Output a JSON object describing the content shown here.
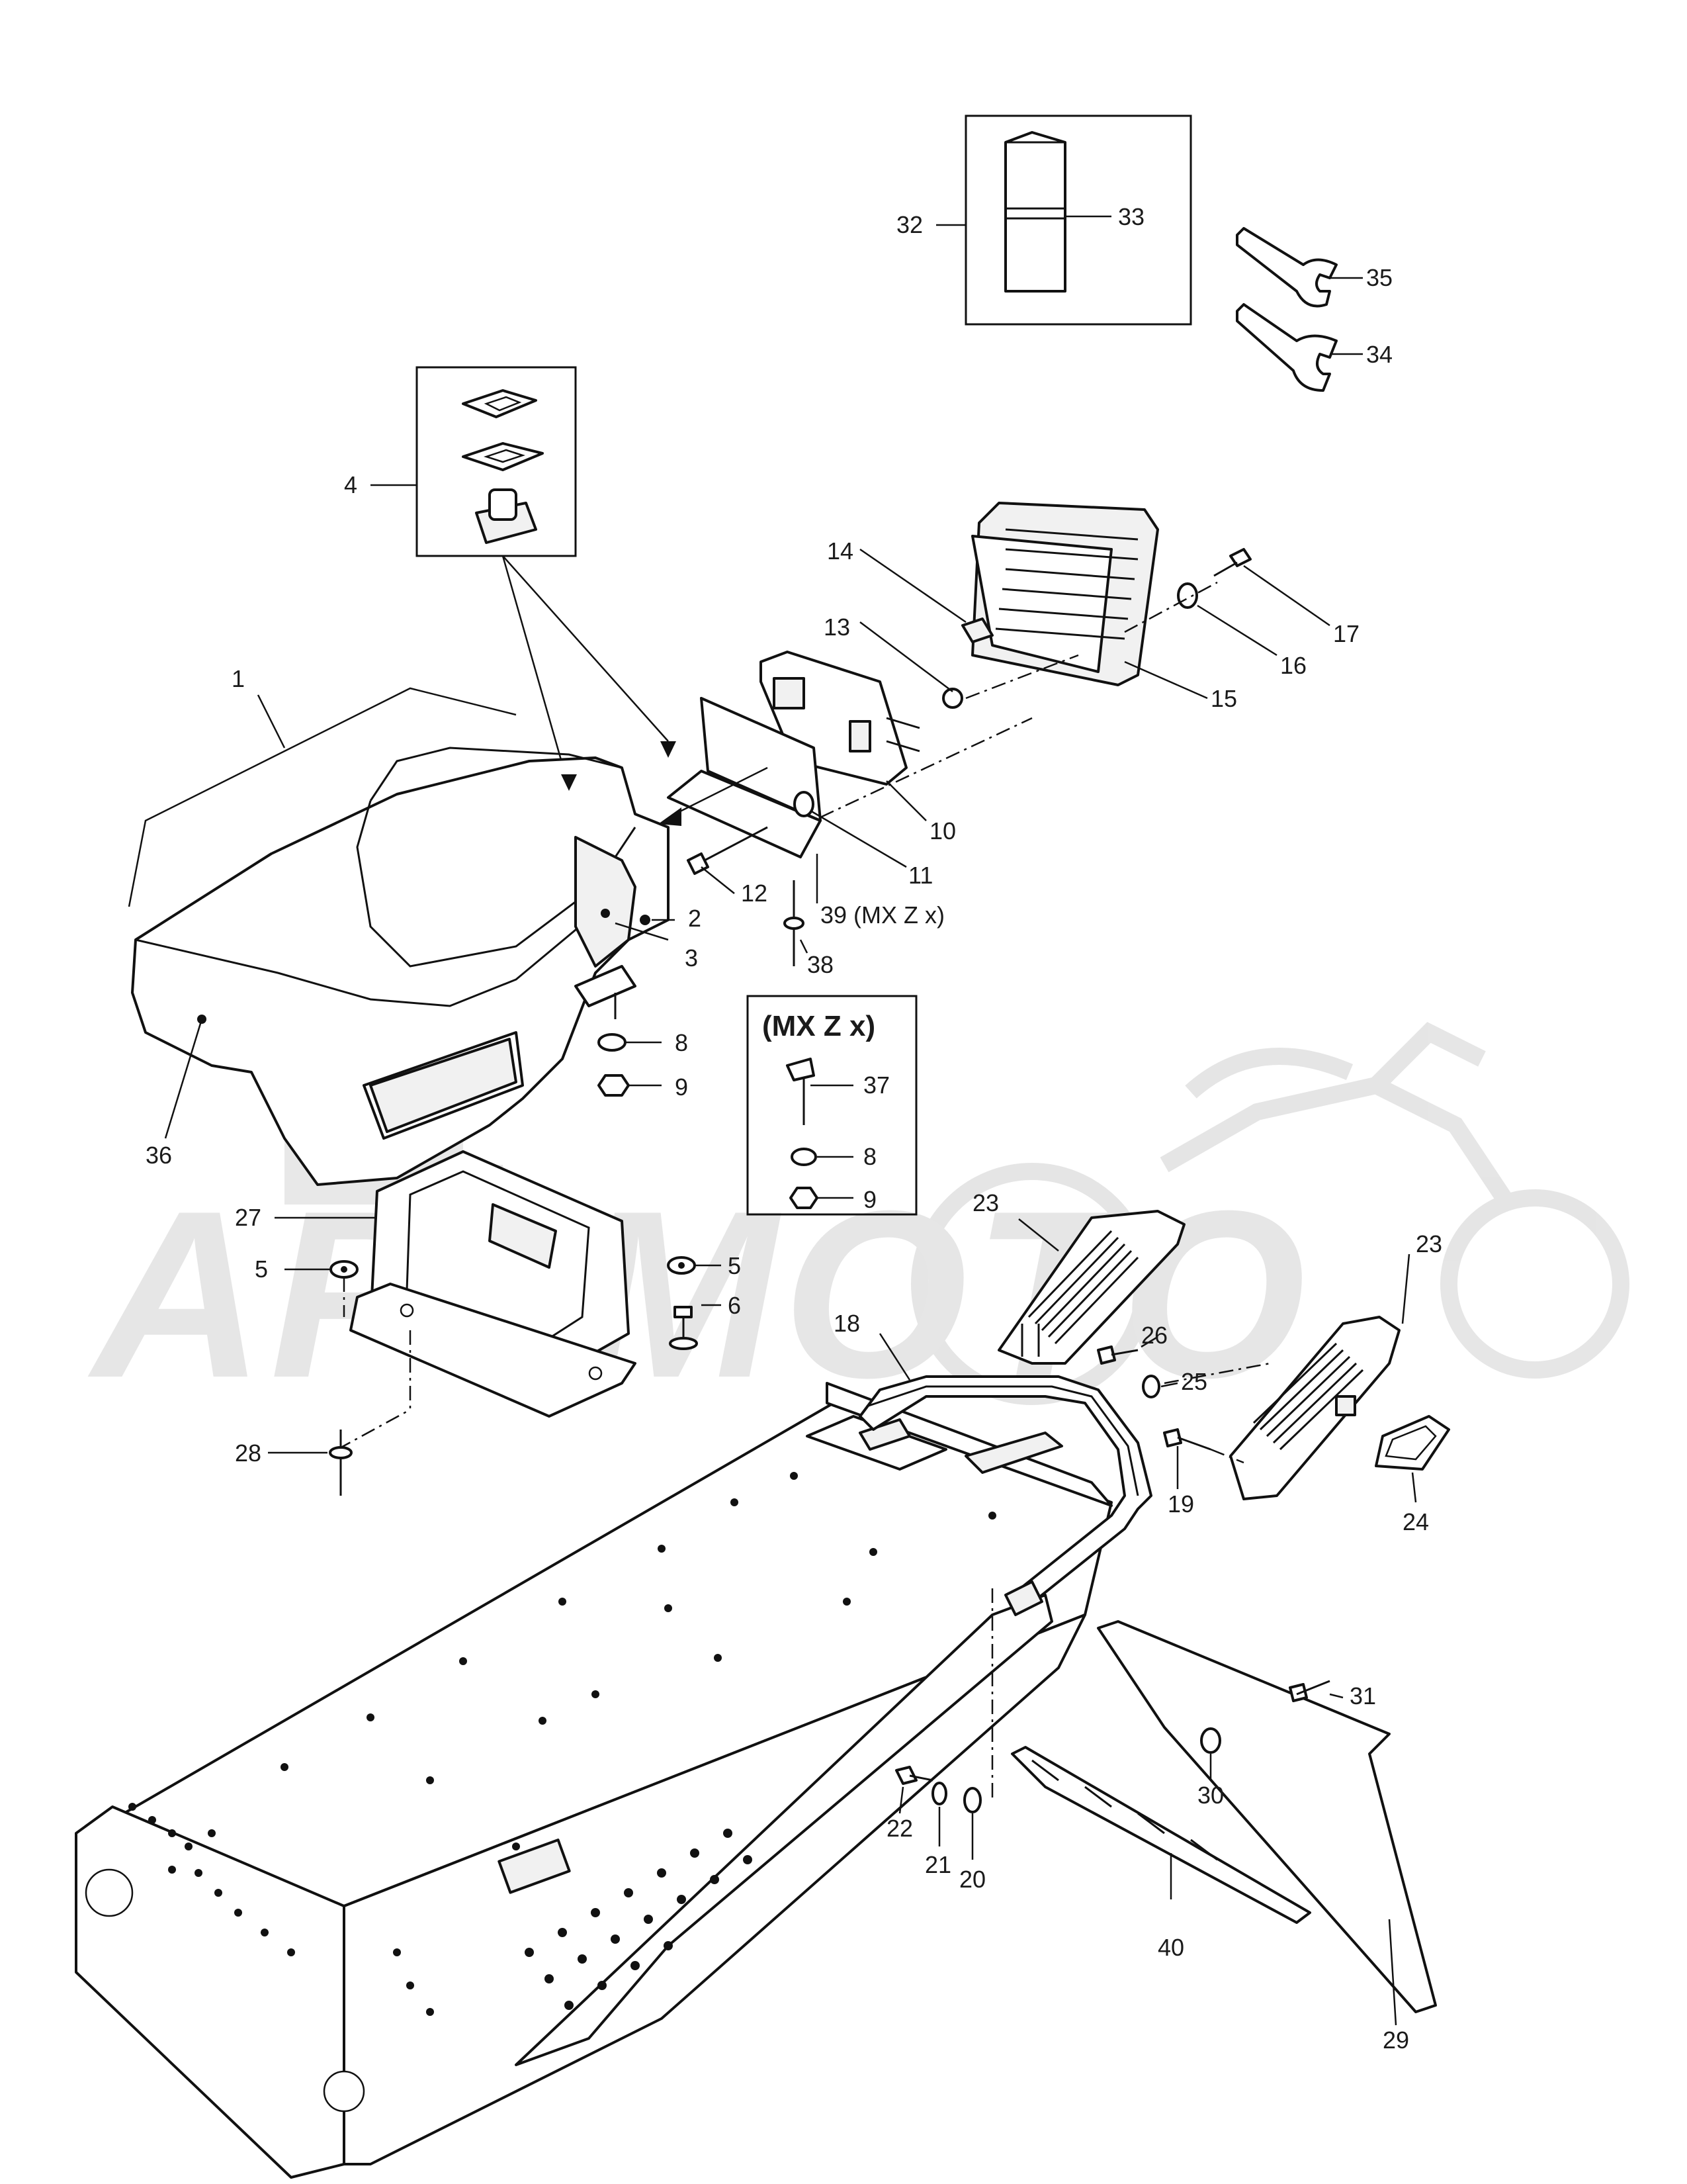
{
  "watermark": {
    "text": "АРТМОТО"
  },
  "inset_box": {
    "title": "(MX Z x)"
  },
  "callouts": [
    {
      "id": "c1",
      "text": "1"
    },
    {
      "id": "c2",
      "text": "2"
    },
    {
      "id": "c3",
      "text": "3"
    },
    {
      "id": "c4",
      "text": "4"
    },
    {
      "id": "c5a",
      "text": "5"
    },
    {
      "id": "c5b",
      "text": "5"
    },
    {
      "id": "c6",
      "text": "6"
    },
    {
      "id": "c8a",
      "text": "8"
    },
    {
      "id": "c8b",
      "text": "8"
    },
    {
      "id": "c9a",
      "text": "9"
    },
    {
      "id": "c9b",
      "text": "9"
    },
    {
      "id": "c10",
      "text": "10"
    },
    {
      "id": "c11",
      "text": "11"
    },
    {
      "id": "c12",
      "text": "12"
    },
    {
      "id": "c13",
      "text": "13"
    },
    {
      "id": "c14",
      "text": "14"
    },
    {
      "id": "c15",
      "text": "15"
    },
    {
      "id": "c16",
      "text": "16"
    },
    {
      "id": "c17",
      "text": "17"
    },
    {
      "id": "c18",
      "text": "18"
    },
    {
      "id": "c19",
      "text": "19"
    },
    {
      "id": "c20",
      "text": "20"
    },
    {
      "id": "c21",
      "text": "21"
    },
    {
      "id": "c22",
      "text": "22"
    },
    {
      "id": "c23a",
      "text": "23"
    },
    {
      "id": "c23b",
      "text": "23"
    },
    {
      "id": "c24",
      "text": "24"
    },
    {
      "id": "c25",
      "text": "25"
    },
    {
      "id": "c26",
      "text": "26"
    },
    {
      "id": "c27",
      "text": "27"
    },
    {
      "id": "c28",
      "text": "28"
    },
    {
      "id": "c29",
      "text": "29"
    },
    {
      "id": "c30",
      "text": "30"
    },
    {
      "id": "c31",
      "text": "31"
    },
    {
      "id": "c32",
      "text": "32"
    },
    {
      "id": "c33",
      "text": "33"
    },
    {
      "id": "c34",
      "text": "34"
    },
    {
      "id": "c35",
      "text": "35"
    },
    {
      "id": "c36",
      "text": "36"
    },
    {
      "id": "c37",
      "text": "37"
    },
    {
      "id": "c38",
      "text": "38"
    },
    {
      "id": "c39",
      "text": "39 (MX Z x)"
    },
    {
      "id": "c40",
      "text": "40"
    }
  ]
}
